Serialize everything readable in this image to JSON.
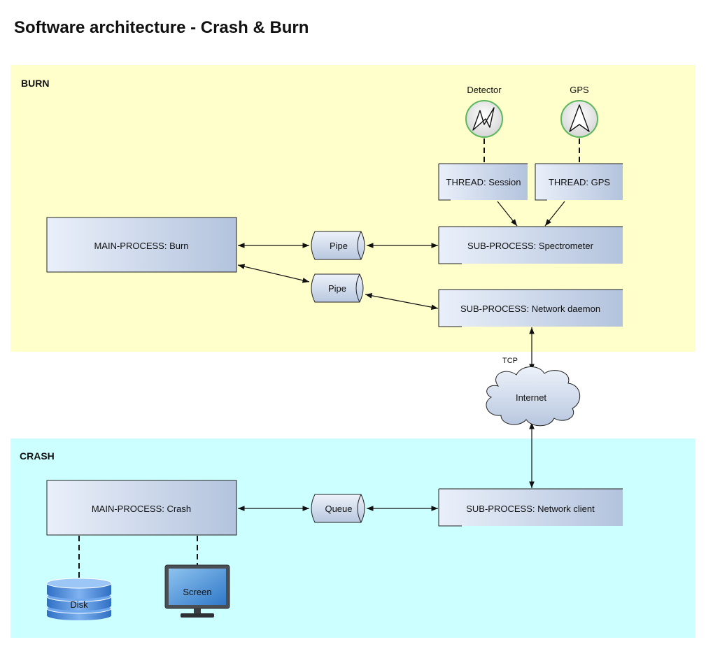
{
  "title": "Software architecture - Crash & Burn",
  "zones": {
    "burn": "BURN",
    "crash": "CRASH"
  },
  "colors": {
    "burn_zone": "#ffffcc",
    "crash_zone": "#ccffff",
    "box_light": "#e8eef8",
    "box_dark": "#b4c4de",
    "sensor_ring": "#5cb85c",
    "disk_blue": "#3d7fd3",
    "screen_blue": "#4a90d9"
  },
  "nodes": {
    "main_burn": "MAIN-PROCESS: Burn",
    "pipe1": "Pipe",
    "pipe2": "Pipe",
    "spectrometer": "SUB-PROCESS: Spectrometer",
    "net_daemon": "SUB-PROCESS: Network daemon",
    "thread_session": "THREAD: Session",
    "thread_gps": "THREAD: GPS",
    "detector": "Detector",
    "gps": "GPS",
    "internet": "Internet",
    "tcp": "TCP",
    "main_crash": "MAIN-PROCESS: Crash",
    "queue": "Queue",
    "net_client": "SUB-PROCESS: Network client",
    "disk": "Disk",
    "screen": "Screen"
  },
  "icons": {
    "detector": "zigzag-signal-icon",
    "gps": "navigation-arrow-icon",
    "disk": "database-disk-icon",
    "screen": "monitor-icon",
    "internet": "cloud-icon"
  }
}
